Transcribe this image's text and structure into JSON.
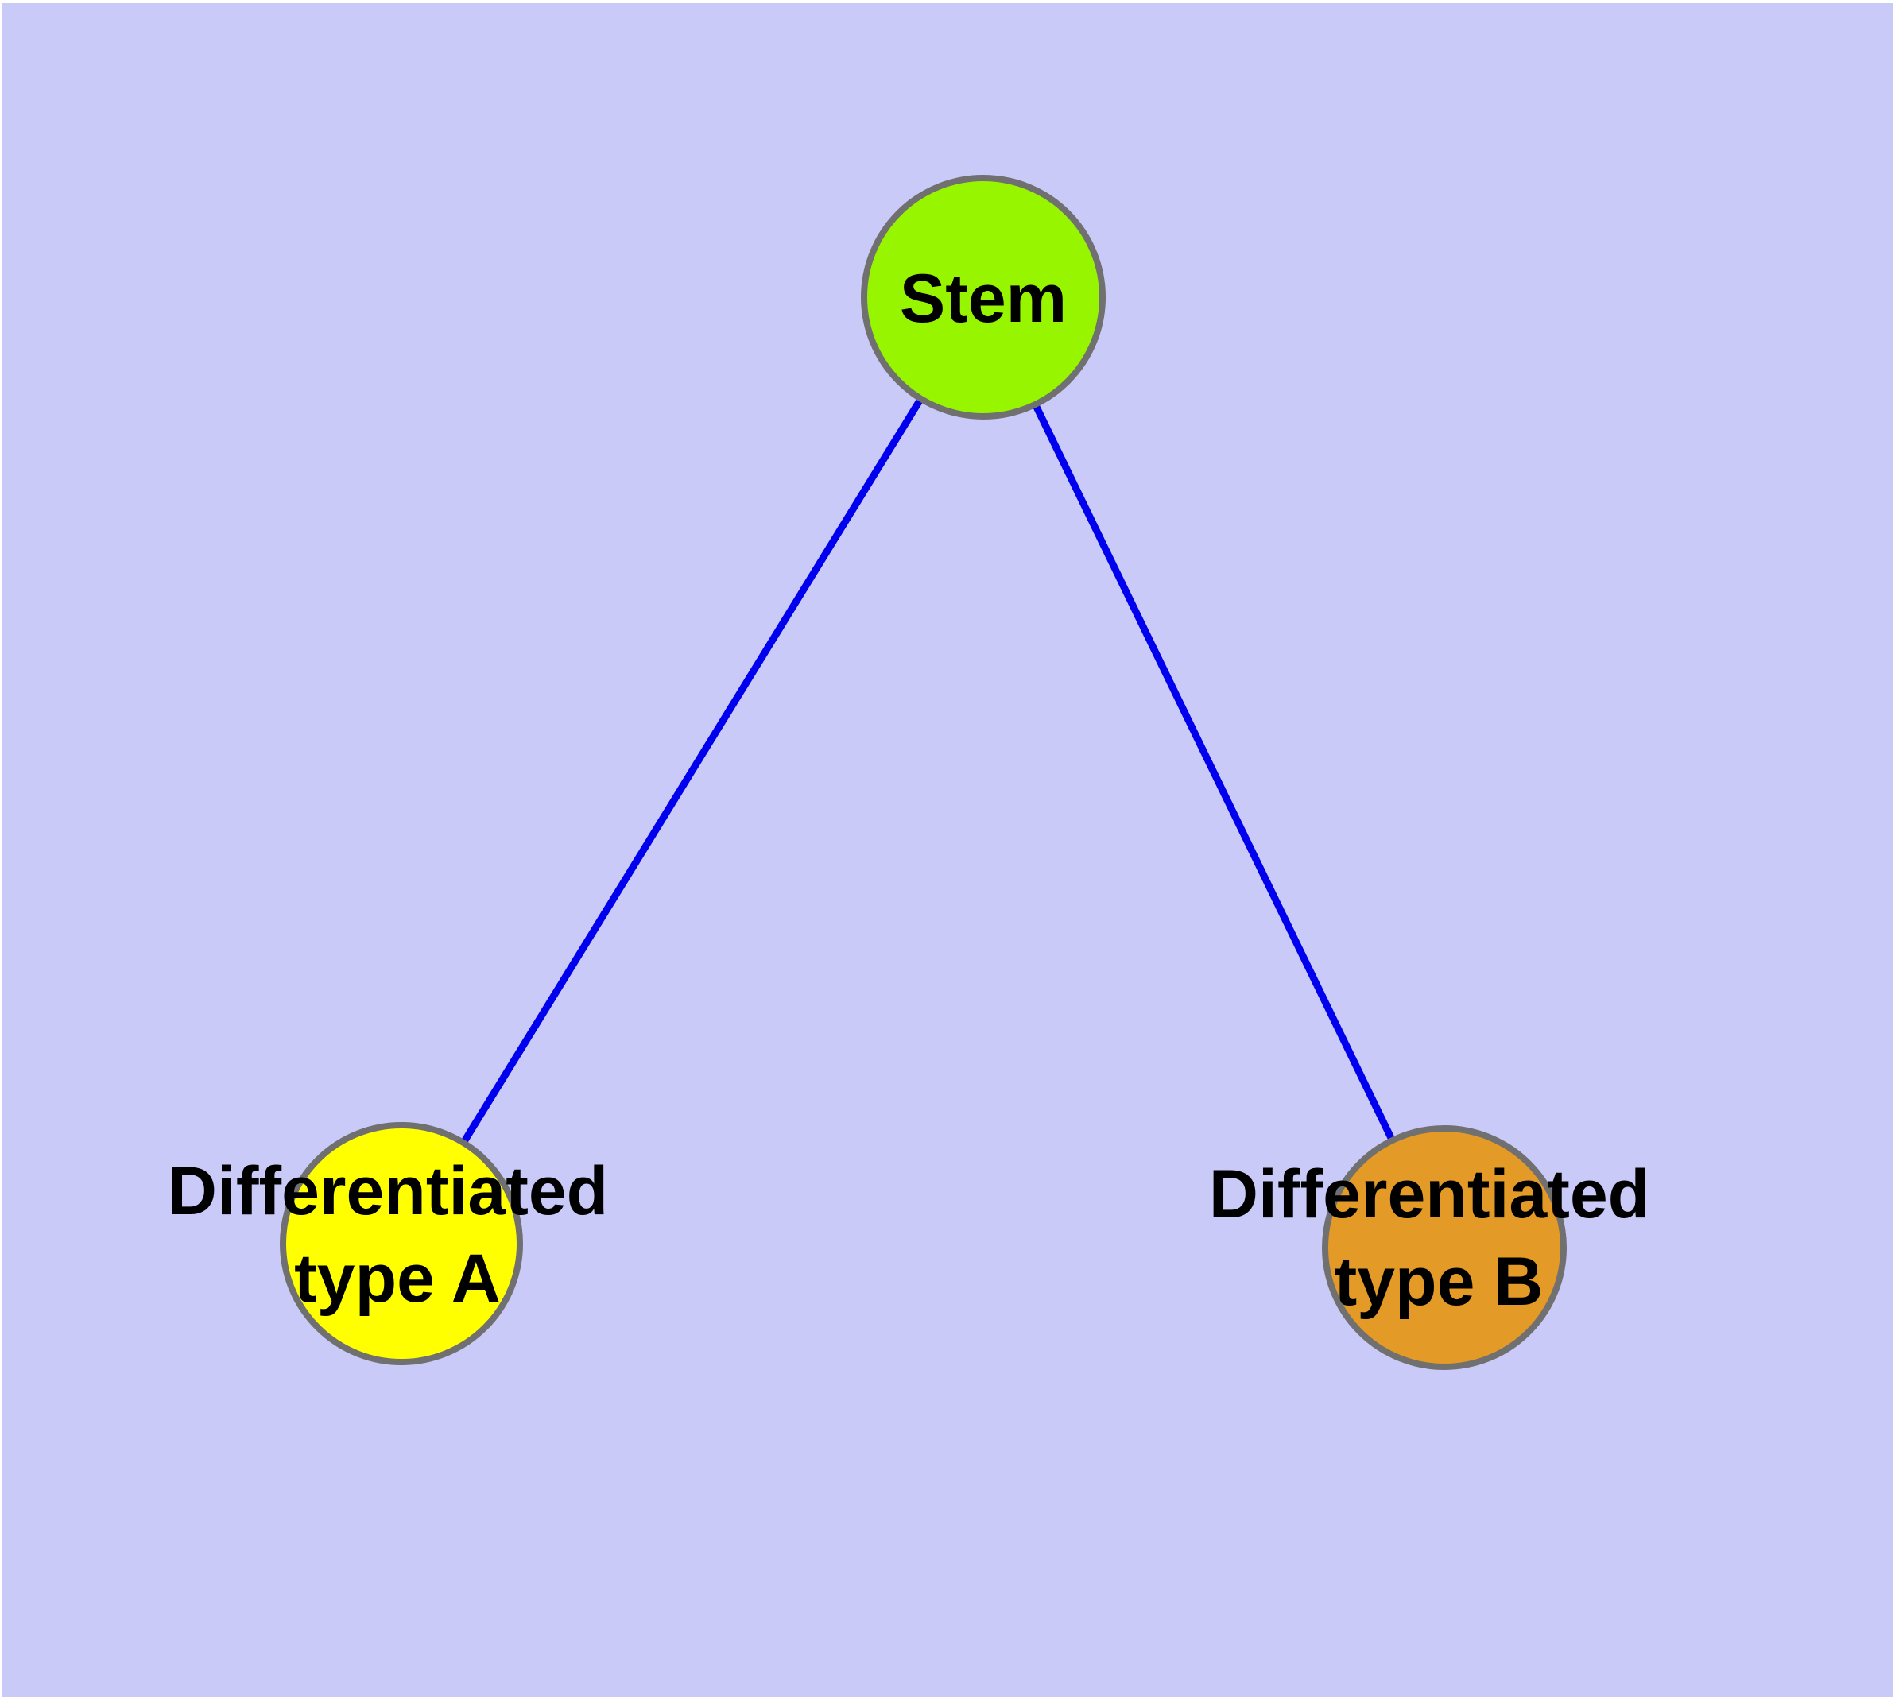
{
  "canvas": {
    "background_color": "#CACAF8",
    "margin_color": "#FFFFFF"
  },
  "graph": {
    "type": "node-link-diagram",
    "description": "Stem cell differentiation tree: one stem node branching to two differentiated cell types",
    "edge_color": "#0000EE",
    "node_border_color": "#707070",
    "label_color": "#000000",
    "nodes": [
      {
        "id": "stem",
        "label": "Stem",
        "color": "#97F500"
      },
      {
        "id": "typeA",
        "label_lines": [
          "Differentiated",
          "type A"
        ],
        "color": "#FFFF00"
      },
      {
        "id": "typeB",
        "label_lines": [
          "Differentiated",
          "type B"
        ],
        "color": "#E49A26"
      }
    ],
    "edges": [
      {
        "from": "stem",
        "to": "typeA"
      },
      {
        "from": "stem",
        "to": "typeB"
      }
    ]
  }
}
